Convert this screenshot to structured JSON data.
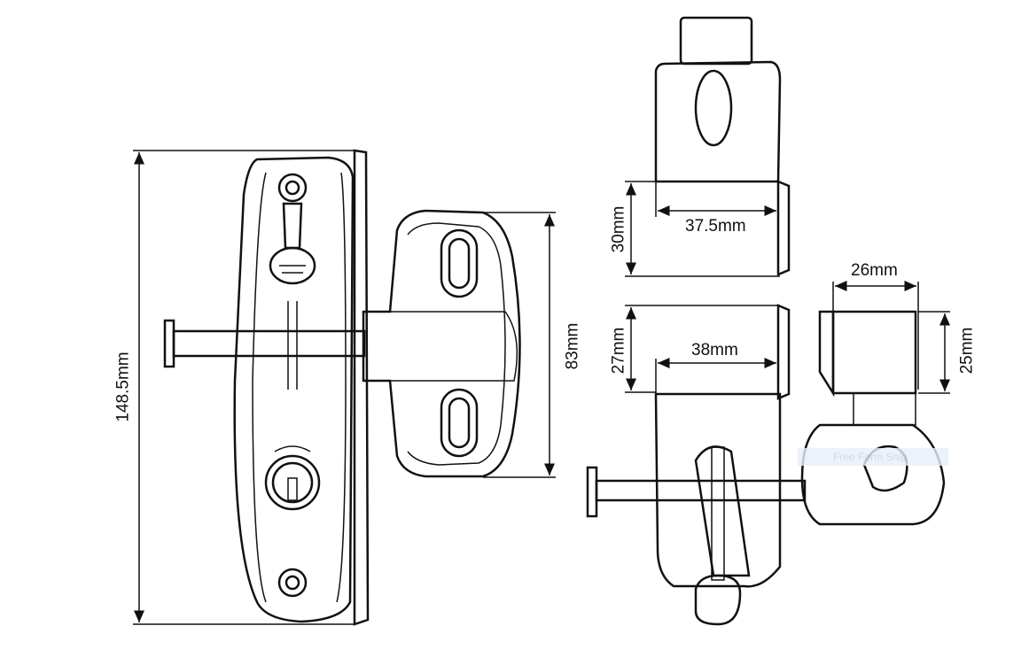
{
  "dimensions": {
    "overall_height": "148.5mm",
    "pad_height": "83mm",
    "top_depth": "30mm",
    "top_width": "37.5mm",
    "mid_depth": "27mm",
    "mid_width": "38mm",
    "side_width": "26mm",
    "side_depth": "25mm"
  },
  "overlay": {
    "snip_label": "Free Form Snip"
  }
}
